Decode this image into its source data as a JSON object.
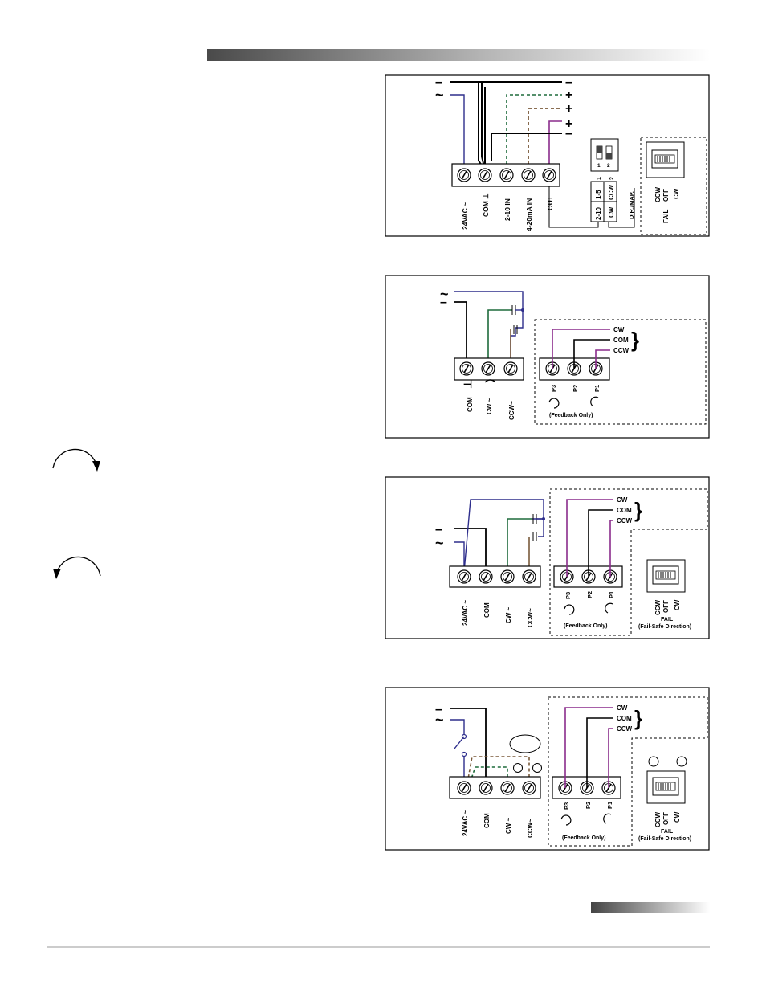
{
  "colors": {
    "blue": "#2e2e8c",
    "green": "#1e6b3c",
    "brown": "#7a5a3a",
    "purple": "#8a2c8c",
    "black": "#000000",
    "teal": "#2e8a7a"
  },
  "d1": {
    "wire_left": {
      "minus": "–",
      "tilde": "~"
    },
    "wire_right": {
      "minus1": "–",
      "plus1": "+",
      "plus2": "+",
      "plus3": "+",
      "minus2": "–"
    },
    "terminals": [
      "24VAC ~",
      "COM ⊥",
      "2-10  IN",
      "4-20mA  IN",
      "OUT"
    ],
    "dip": {
      "sw1": "1",
      "sw2": "2"
    },
    "jumper": {
      "a_top": "1-5",
      "a_bot": "2-10",
      "b_top": "CCW",
      "b_bot": "CW",
      "n1": "1",
      "n2": "2",
      "dir": "DIR./MAP."
    },
    "fail": {
      "ccw": "CCW",
      "off": "OFF",
      "cw": "CW",
      "fail": "FAIL"
    }
  },
  "d2": {
    "wire_left": {
      "tilde": "~",
      "minus": "–"
    },
    "terminals": [
      "COM",
      "CW ~",
      "CCW~"
    ],
    "feedback_terminals": [
      "P3",
      "P2",
      "P1"
    ],
    "legend": [
      "CW",
      "COM",
      "CCW"
    ],
    "feedback_note": "(Feedback Only)"
  },
  "d3": {
    "wire_left": {
      "minus": "–",
      "tilde": "~"
    },
    "terminals": [
      "24VAC ~",
      "COM",
      "CW ~",
      "CCW~"
    ],
    "feedback_terminals": [
      "P3",
      "P2",
      "P1"
    ],
    "legend": [
      "CW",
      "COM",
      "CCW"
    ],
    "feedback_note": "(Feedback Only)",
    "fail": {
      "ccw": "CCW",
      "off": "OFF",
      "cw": "CW",
      "fail": "FAIL",
      "direction": "(Fail-Safe Direction)"
    }
  },
  "d4": {
    "wire_left": {
      "minus": "–",
      "tilde": "~"
    },
    "terminals": [
      "24VAC ~",
      "COM",
      "CW ~",
      "CCW~"
    ],
    "feedback_terminals": [
      "P3",
      "P2",
      "P1"
    ],
    "legend": [
      "CW",
      "COM",
      "CCW"
    ],
    "feedback_note": "(Feedback Only)",
    "fail": {
      "ccw": "CCW",
      "off": "OFF",
      "cw": "CW",
      "fail": "FAIL",
      "direction": "(Fail-Safe Direction)"
    }
  }
}
